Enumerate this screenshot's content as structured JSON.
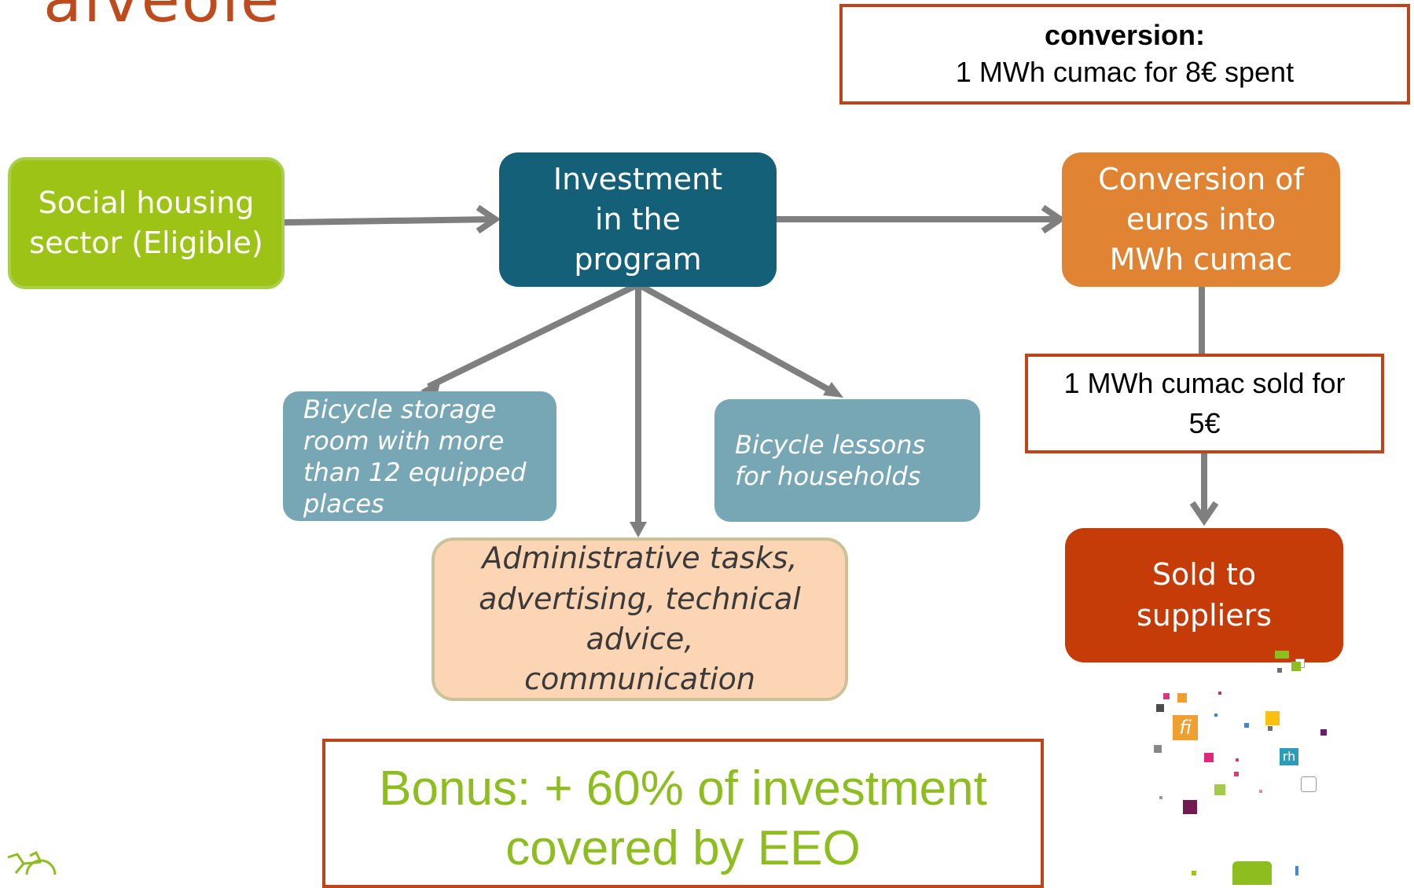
{
  "logo": {
    "text": "alveole"
  },
  "conversion_box": {
    "heading": "conversion:",
    "rate": "1 MWh cumac  for 8€ spent"
  },
  "nodes": {
    "social_housing": "Social housing sector (Eligible)",
    "investment": "Investment in the program",
    "conversion": "Conversion of euros into MWh cumac",
    "storage": "Bicycle storage room with more than 12 equipped places",
    "lessons": "Bicycle lessons for households",
    "admin": "Administrative tasks, advertising, technical advice,  communication",
    "sold_for": "1 MWh cumac sold for 5€",
    "suppliers": "Sold to suppliers"
  },
  "bonus": "Bonus: + 60% of investment covered by EEO",
  "decor_icons": {
    "fi": "fi",
    "rh": "rh"
  },
  "colors": {
    "green": "#9CC316",
    "teal_dark": "#146078",
    "orange": "#E08433",
    "blue_grey": "#77A6B5",
    "peach": "#FCD5B5",
    "red_orange": "#C53C08",
    "border_red": "#C0441A",
    "bonus_text": "#8DBD1E",
    "arrow": "#7F7F7F",
    "logo": "#BE4B1E"
  }
}
